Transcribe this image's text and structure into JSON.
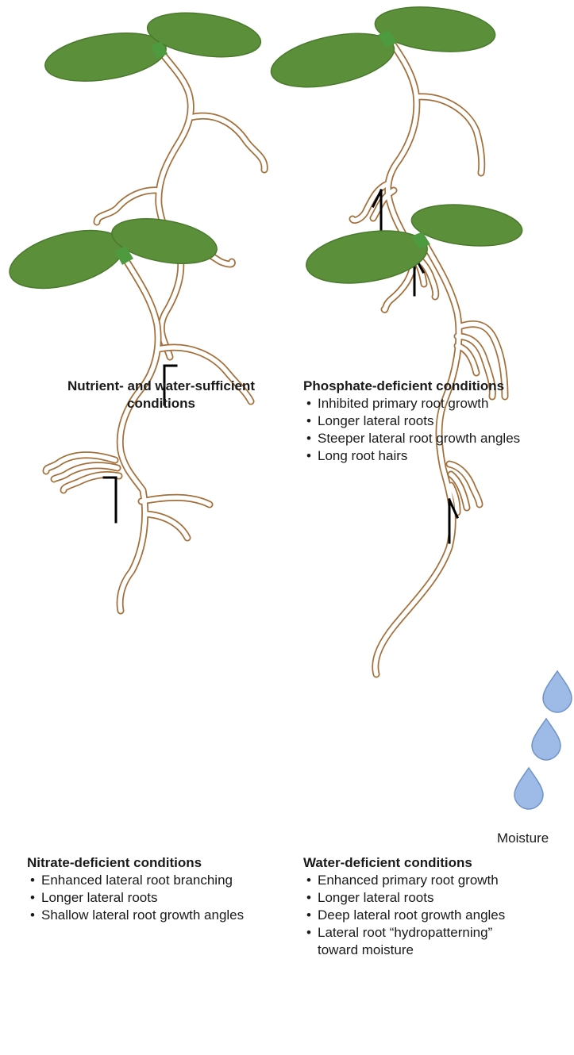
{
  "colors": {
    "leaf": "#5c8f3a",
    "leaf_edge": "#4a7a2d",
    "stem_band": "#4e9a3f",
    "root_outline": "#a3703b",
    "drop": "#9dbbe6",
    "drop_edge": "#6f93c8",
    "marker": "#000000"
  },
  "panels": {
    "nutrient": {
      "title": "Nutrient- and water-sufficient conditions",
      "bullets": []
    },
    "phosphate": {
      "title": "Phosphate-deficient conditions",
      "bullets": [
        "Inhibited primary root growth",
        "Longer lateral roots",
        "Steeper lateral root growth angles",
        "Long root hairs"
      ]
    },
    "nitrate": {
      "title": "Nitrate-deficient conditions",
      "bullets": [
        "Enhanced lateral root branching",
        "Longer lateral roots",
        "Shallow lateral root growth angles"
      ]
    },
    "water": {
      "title": "Water-deficient conditions",
      "bullets": [
        "Enhanced primary root growth",
        "Longer lateral roots",
        "Deep lateral root growth angles",
        "Lateral root “hydropatterning” toward moisture"
      ]
    }
  },
  "moisture_label": "Moisture"
}
